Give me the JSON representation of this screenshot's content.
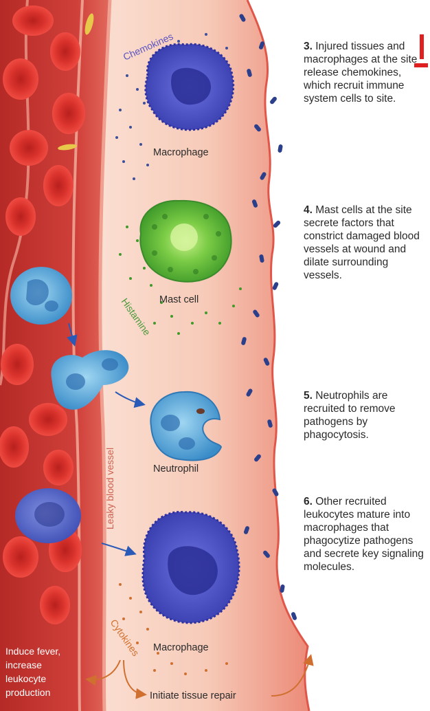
{
  "steps": [
    {
      "number": "3.",
      "text": "Injured tissues and macrophages at the site release chemokines, which recruit immune system cells to site."
    },
    {
      "number": "4.",
      "text": "Mast cells at the site secrete factors that constrict damaged blood vessels at wound and dilate surrounding vessels."
    },
    {
      "number": "5.",
      "text": "Neutrophils are recruited to remove pathogens by phagocytosis."
    },
    {
      "number": "6.",
      "text": "Other recruited leukocytes mature into macrophages that phagocytize pathogens and secrete key signaling molecules."
    }
  ],
  "labels": {
    "macrophage_top": "Macrophage",
    "mast_cell": "Mast cell",
    "neutrophil": "Neutrophil",
    "macrophage_bottom": "Macrophage",
    "chemokines": "Chemokines",
    "histamine": "Histamine",
    "cytokines": "Cytokines",
    "leaky_vessel": "Leaky blood vessel",
    "fever_line1": "Induce fever,",
    "fever_line2": "increase",
    "fever_line3": "leukocyte",
    "fever_line4": "production",
    "tissue_repair": "Initiate tissue repair"
  },
  "colors": {
    "vessel": "#c8312c",
    "tissue": "#f5bfae",
    "tissue_edge": "#e0574a",
    "macrophage": "#4a4fc0",
    "mast_cell": "#5cb83a",
    "neutrophil": "#3a9ad0",
    "arrow_blue": "#2a5ab8",
    "arrow_orange": "#d07030",
    "marker": "#e02020"
  }
}
